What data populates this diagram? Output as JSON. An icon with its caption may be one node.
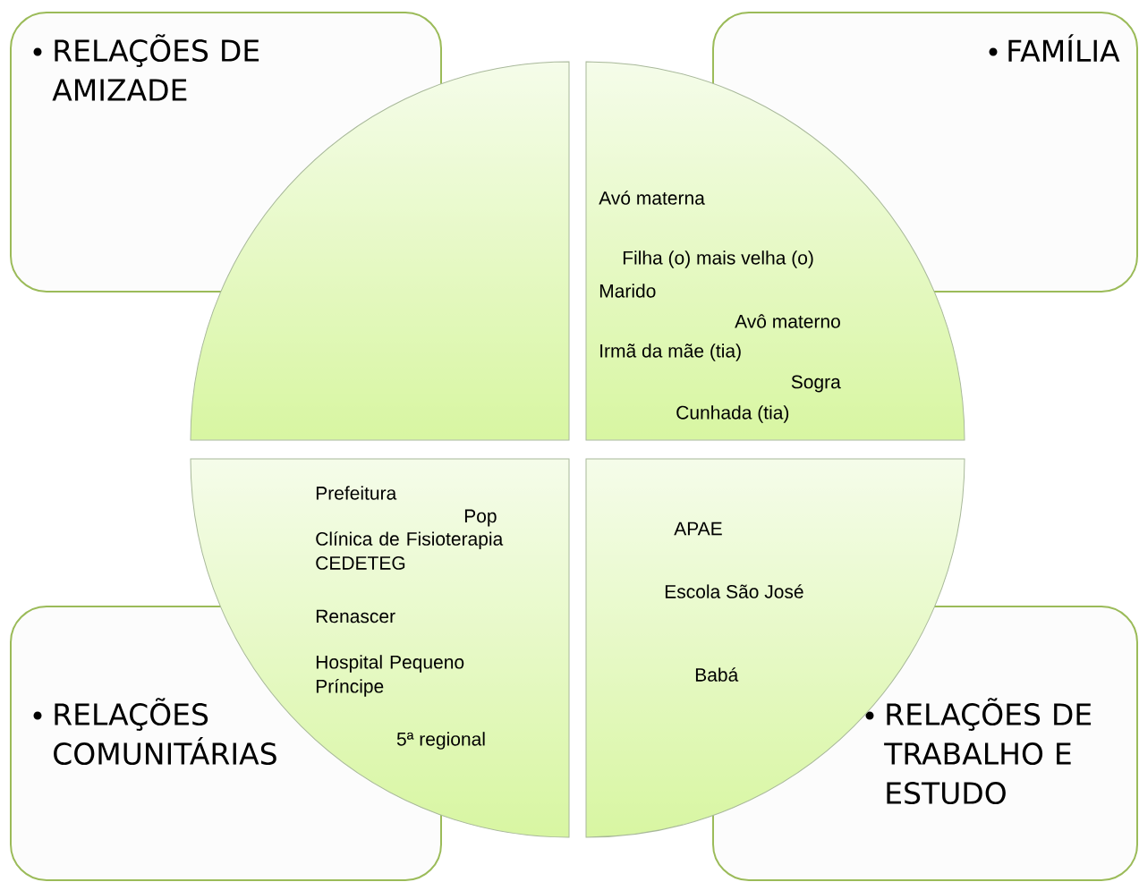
{
  "diagram": {
    "nodes": [
      {
        "text": [
          "RELAÇÕES DE AMIZADE"
        ]
      },
      {
        "text": [
          "FAMÍLIA"
        ]
      },
      {
        "text": [],
        "shape": "sector"
      },
      {
        "text": [
          "Avó materna",
          "Filha (o) mais velha (o)",
          "Marido",
          "Avô materno",
          "Irmã da mãe (tia)",
          "Sogra",
          "Cunhada (tia)"
        ]
      },
      {
        "text": [
          "Prefeitura",
          "Pop",
          "Clínica de Fisioterapia CEDETEG",
          "Renascer",
          "Hospital Pequeno Príncipe",
          "5ª regional"
        ]
      },
      {
        "text": [
          "APAE",
          "Escola São José",
          "Babá"
        ]
      },
      {
        "text": [
          "RELAÇÕES COMUNITÁRIAS"
        ]
      },
      {
        "text": [
          "RELAÇÕES DE TRABALHO E ESTUDO"
        ]
      }
    ]
  }
}
